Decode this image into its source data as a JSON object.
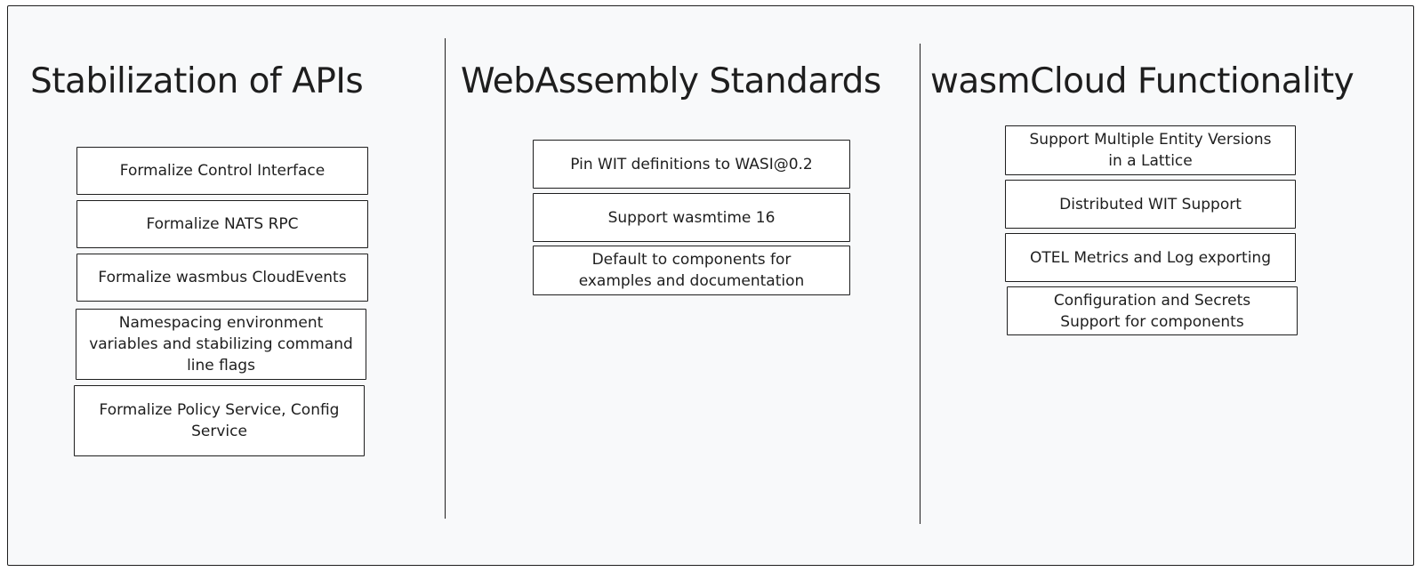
{
  "columns": [
    {
      "title": "Stabilization of APIs",
      "cards": [
        "Formalize Control Interface",
        "Formalize NATS RPC",
        "Formalize wasmbus CloudEvents",
        "Namespacing environment variables and stabilizing command line flags",
        "Formalize Policy Service, Config Service"
      ]
    },
    {
      "title": "WebAssembly Standards",
      "cards": [
        "Pin WIT definitions to WASI@0.2",
        "Support wasmtime 16",
        "Default to components for examples and documentation"
      ]
    },
    {
      "title": "wasmCloud Functionality",
      "cards": [
        "Support Multiple Entity Versions in a Lattice",
        "Distributed WIT Support",
        "OTEL Metrics and Log exporting",
        "Configuration and Secrets Support for components"
      ]
    }
  ]
}
